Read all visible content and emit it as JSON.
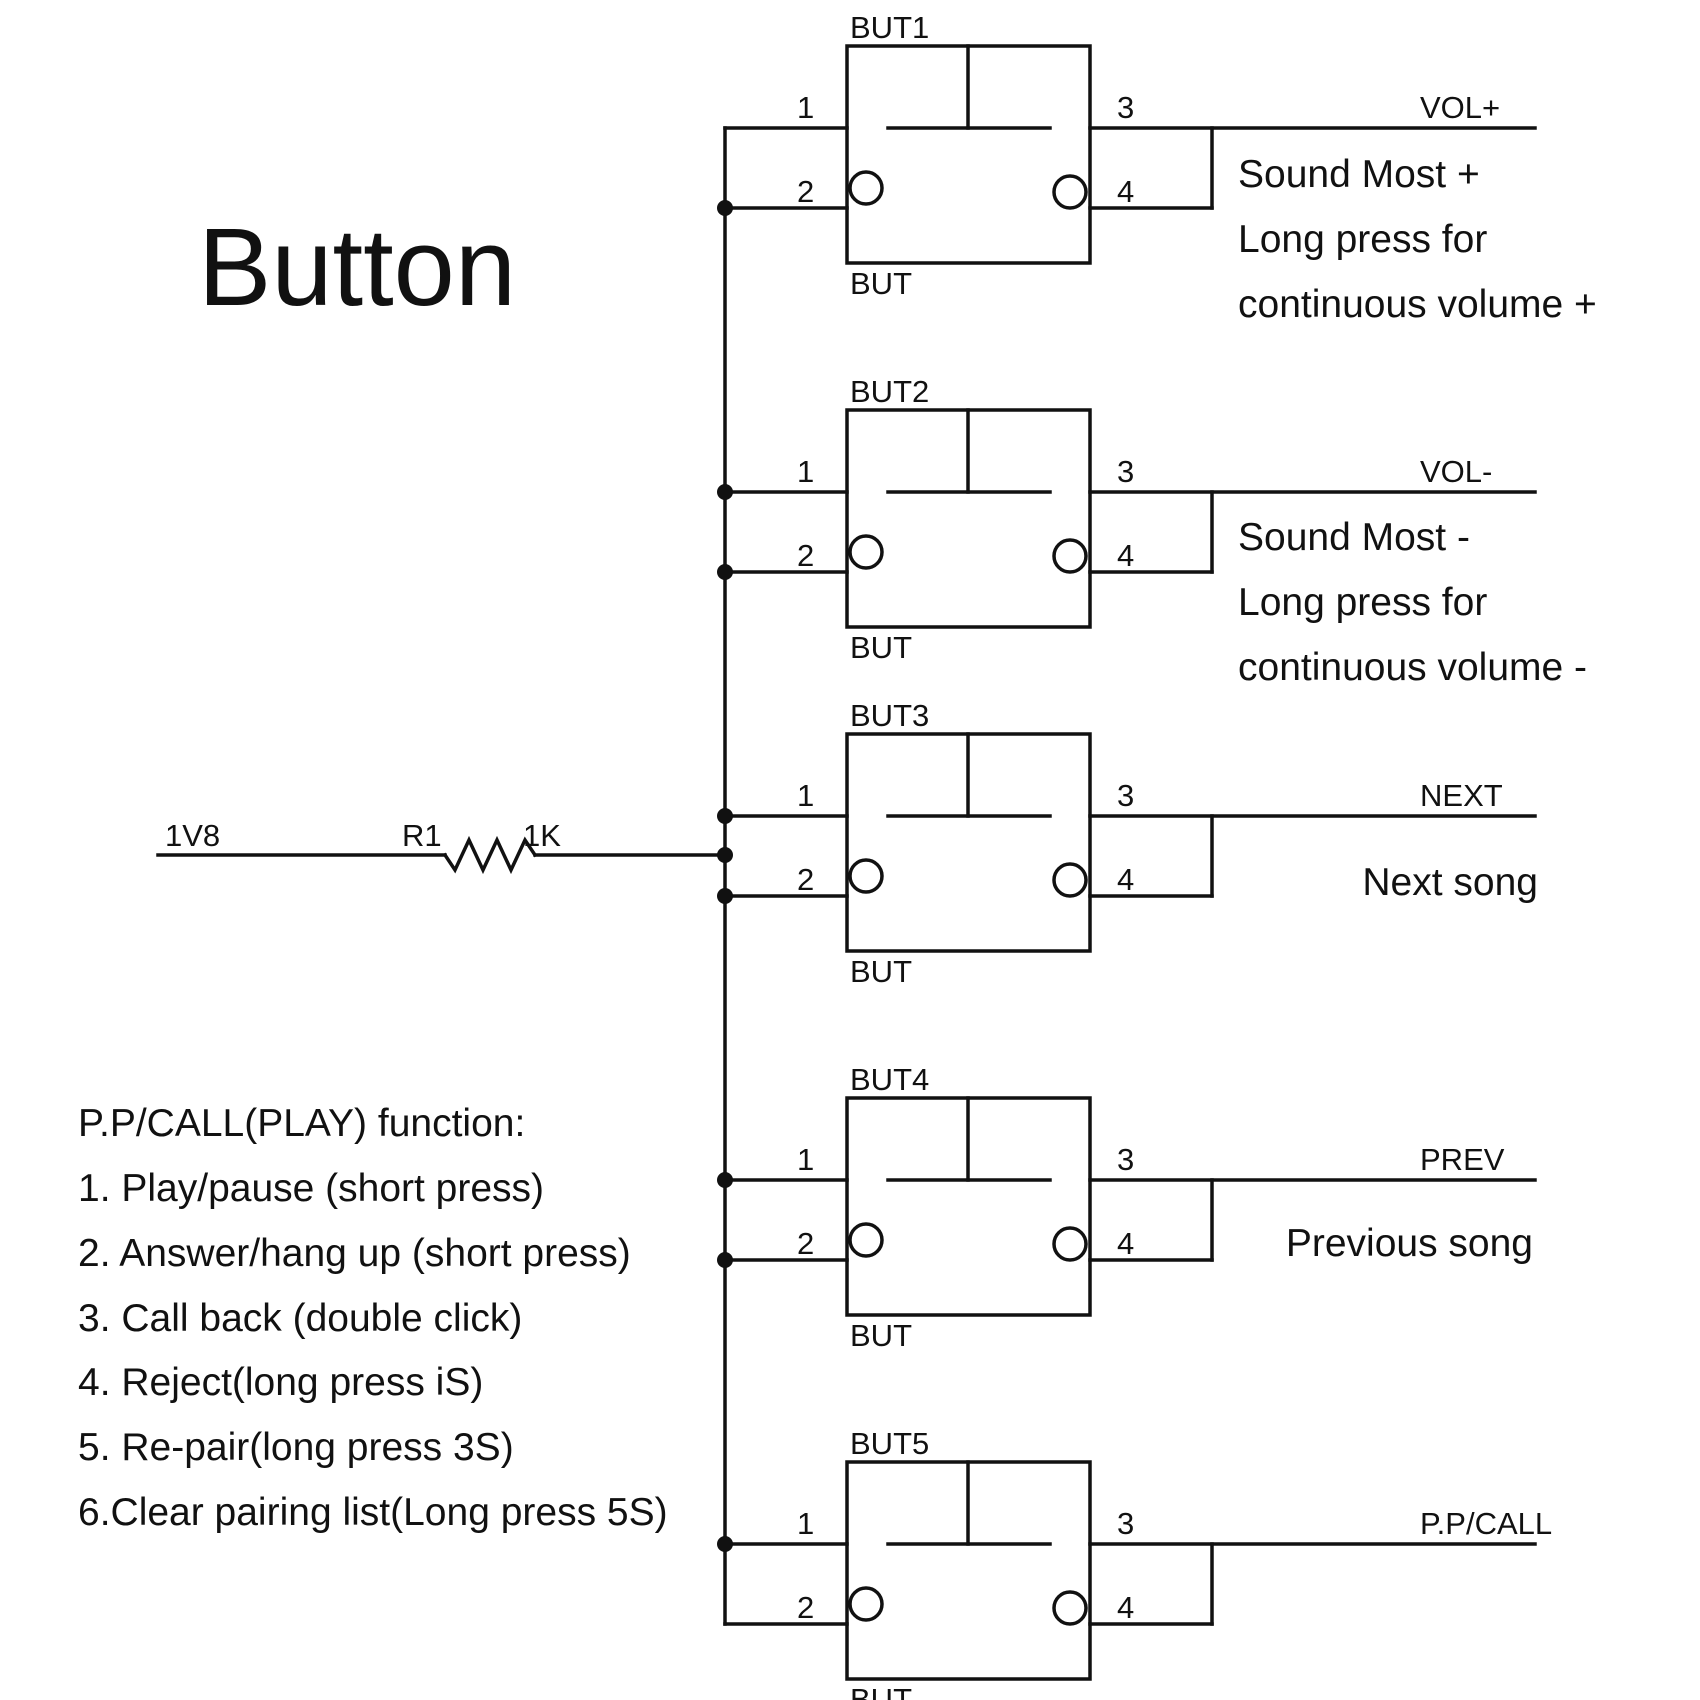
{
  "title": "Button",
  "source": {
    "net": "1V8",
    "resistor_ref": "R1",
    "resistor_value": "1K"
  },
  "buttons": [
    {
      "ref": "BUT1",
      "type": "BUT",
      "pins": [
        "1",
        "2",
        "3",
        "4"
      ],
      "signal": "VOL+",
      "description": [
        "Sound Most +",
        "Long press for",
        "continuous volume +"
      ]
    },
    {
      "ref": "BUT2",
      "type": "BUT",
      "pins": [
        "1",
        "2",
        "3",
        "4"
      ],
      "signal": "VOL-",
      "description": [
        "Sound Most -",
        "Long press for",
        "continuous volume -"
      ]
    },
    {
      "ref": "BUT3",
      "type": "BUT",
      "pins": [
        "1",
        "2",
        "3",
        "4"
      ],
      "signal": "NEXT",
      "description": [
        "Next song"
      ]
    },
    {
      "ref": "BUT4",
      "type": "BUT",
      "pins": [
        "1",
        "2",
        "3",
        "4"
      ],
      "signal": "PREV",
      "description": [
        "Previous song"
      ]
    },
    {
      "ref": "BUT5",
      "type": "BUT",
      "pins": [
        "1",
        "2",
        "3",
        "4"
      ],
      "signal": "P.P/CALL",
      "description": []
    }
  ],
  "function_notes": {
    "heading": "P.P/CALL(PLAY) function:",
    "items": [
      "1. Play/pause (short press)",
      "2. Answer/hang up (short press)",
      "3. Call back (double click)",
      "4. Reject(long press iS)",
      "5. Re-pair(long press 3S)",
      "6.Clear pairing list(Long press 5S)"
    ]
  }
}
